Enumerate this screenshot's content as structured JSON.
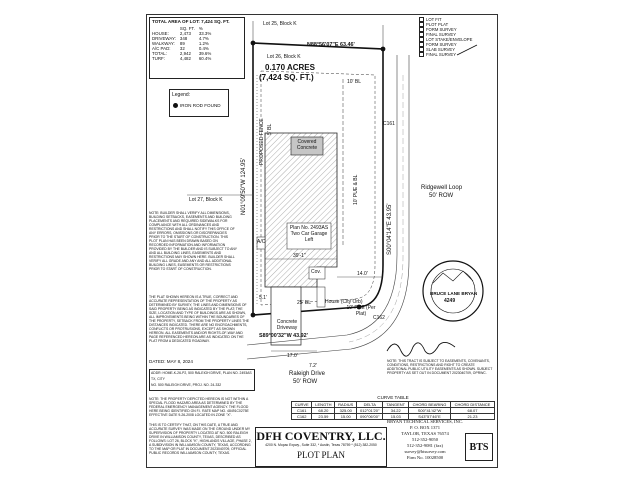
{
  "area_table": {
    "title": "TOTAL AREA OF LOT: 7,424 SQ. FT.",
    "header": [
      "",
      "SQ. FT.",
      "%"
    ],
    "rows": [
      [
        "HOUSE:",
        "2,473",
        "33.3%"
      ],
      [
        "DRIVEWAY:",
        "348",
        "4.7%"
      ],
      [
        "WALKWAY:",
        "89",
        "1.2%"
      ],
      [
        "A/C PAD:",
        "32",
        "0.4%"
      ],
      [
        "TOTAL:",
        "2,942",
        "39.6%"
      ],
      [
        "TURF:",
        "4,482",
        "60.4%"
      ]
    ]
  },
  "legend": {
    "title": "Legend:",
    "item": "IRON ROD FOUND"
  },
  "survey_status": [
    "LOT FIT",
    "PLOT PLAT",
    "FORM SURVEY",
    "FINAL SURVEY",
    "LOT STAKE/ENVELOPE",
    "FORM SURVEY",
    "SLAB SURVEY",
    "FINAL SURVEY"
  ],
  "plan": {
    "lot_north": "Lot 25, Block K",
    "lot_west": "Lot 27, Block K",
    "lot_main": "Lot 26, Block K",
    "north_bearing": "N88°56'07\"E    63.46'",
    "west_bearing": "N01°09'50\"W  124.95'",
    "east_bearing": "S00°04'14\"E  43.95'",
    "south_bearing": "S89°00'32\"W    43.92'",
    "acreage": "0.170 ACRES",
    "sqft": "(7,424 SQ. FT.)",
    "setback_bl_top": "10' BL",
    "setback_bl_side": "5' BL",
    "pue_1": "10' PUE & BL",
    "pue_2": "10' PUE (Per Plat)",
    "covered": "Covered Concrete",
    "plan_label": "Plan No. 2493AS Two Car Garage Left",
    "dim_width": "39'-1\"",
    "dim_1": "14.0'",
    "dim_2": "17.0'",
    "dim_3": "7.2'",
    "cov": "Cov.",
    "house_label": "House (City Orb)",
    "ac": "A/C",
    "concrete_driveway": "Concrete Driveway",
    "c161": "C161",
    "c162": "C162",
    "bl_bottom": "25' BL",
    "proposed_fence": "PROPOSED FENCE",
    "street_east": "Ridgewell Loop",
    "street_east_row": "50' ROW",
    "street_south": "Raleigh Drive",
    "street_south_row": "50' ROW",
    "side_note_1": "10' BL",
    "side_note_2": "5.1'"
  },
  "seal": {
    "name": "BRUCE LANE BRYAN",
    "number": "4249"
  },
  "general_note": "NOTE: BUILDER SHALL VERIFY ALL DIMENSIONS, BUILDING SETBACKS, EASEMENTS AND BUILDING PLACEMENTS AND REQUIRED SIDEWALKS FOR COMPLIANCE WITH ALL ORDINANCES AND RESTRICTIONS AND SHALL NOTIFY THIS OFFICE OF ANY ERRORS, OMISSIONS OR DISCREPANCIES PRIOR TO THE START OF CONSTRUCTION. THIS PLOT PLAN HAS BEEN DRAWN BASED ON RECORDED INFORMATION AND INFORMATION PROVIDED BY THE BUILDER AND IS SUBJECT TO ANY AND ALL BUILDING LINES, EASEMENTS AND RESTRICTIONS MAY SHOWN HERE. BUILDER SHALL VERIFY ALL GRADE AND ANY AND ALL ADDITIONAL BUILDING LINES, EASEMENTS OR RESTRICTIONS PRIOR TO START OF CONSTRUCTION.",
  "plat_note": "THE PLAT SHOWN HEREON IS A TRUE, CORRECT AND ACCURATE REPRESENTATION OF THE PROPERTY AS DETERMINED BY SURVEY, THE LINES AND DIMENSIONS OF SAID PROPERTY BEING AS INDICATED BY THE PLAT; THE SIZE, LOCATION AND TYPE OF BUILDINGS ARE AS SHOWN, ALL IMPROVEMENTS BEING WITHIN THE BOUNDARIES OF THE PROPERTY, SETBACK FROM THE PROPERTY LINES THE DISTANCES INDICATED. THERE ARE NO ENCROACHMENTS, CONFLICTS OR PROTRUSIONS, EXCEPT AS SHOWN HEREON. ALL EASEMENTS AND/OR RIGHTS-OF-WAY AND PAGE REFERENCED HEREON ARE AS INDICATED ON THE PLAT FROM A DEDICATED ROADWAY.",
  "dated": "DATED: MAY 8, 2024",
  "address_1": "ADDR: HOME-K-26-P2, 500 RALEIGH DRIVE, PLAN NO. 2493AS",
  "address_2": "TX, CITY",
  "address_3": "NO. 500 RALEIGH DRIVE, PROJ. NO. 24-332",
  "right_note": "NOTE: THIS TRACT IS SUBJECT TO EASEMENTS, COVENANTS, CONDITIONS, RESTRICTIONS AND RIGHT TO CREATE ADDITIONAL PUBLIC UTILITY EASEMENTS AS SHOWN. SUBJECT PROPERTY AS SET OUT IN DOCUMENT 2023040709, OPRWC.",
  "flood_note": "NOTE: THE PROPERTY DEPICTED HEREON IS NOT WITHIN A SPECIAL FLOOD HAZARD AREA AS DETERMINED BY THE FEDERAL EMERGENCY MANAGEMENT AGENCY. THE FLOOD HERE BEING IDENTIFIED ON F.I. RATE MAP NO. 48491C0275E EFFECTIVE DATE 9-26-2008 LOCATED IN ZONE \"X\".",
  "certify_note": "THIS IS TO CERTIFY THAT, ON THIS DATE, A TRUE AND ACCURATE SURVEY WAS MADE ON THE GROUND UNDER MY SUPERVISION OF PROPERTY LOCATED AT NO. 500 RALEIGH DRIVE IN WILLIAMSON COUNTY, TEXAS, DESCRIBED AS FOLLOWS: LOT 26, BLOCK \"K\", HIGHLANDS VILLAGE, PHASE 2, A SUBDIVISION IN WILLIAMSON COUNTY, TEXAS, ACCORDING TO THE MAP OR PLAT IN DOCUMENT 2023040709, OFFICIAL PUBLIC RECORDS WILLIAMSON COUNTY, TEXAS.",
  "curve_table": {
    "title": "CURVE TABLE",
    "headers": [
      "CURVE",
      "LENGTH",
      "RADIUS",
      "DELTA",
      "TANGENT",
      "CHORD BEARING",
      "CHORD DISTANCE"
    ],
    "rows": [
      [
        "C161",
        "68.20",
        "325.00",
        "012°01'20\"",
        "34.22",
        "S00°41'42\"W",
        "68.07"
      ],
      [
        "C162",
        "23.59",
        "15.00",
        "090°06'00\"",
        "15.03",
        "S43°57'46\"E",
        "21.23"
      ]
    ]
  },
  "client": "DFH COVENTRY, LLC.",
  "client_address": "4200 N. Mopac Expwy., Suite 332, * Austin, Texas 78759 * (512) 382-2050",
  "doc_title": "PLOT PLAN",
  "company": {
    "name": "BRYAN TECHNICAL SERVICES, INC.",
    "po": "P. O. BOX 1371",
    "city": "TAYLOR, TEXAS 76574",
    "phone1": "512-352-9050",
    "phone2": "512-352-9081 (fax)",
    "email": "survey@btsurvey.com",
    "firm": "Firm No. 10028500",
    "logo": "BTS"
  }
}
